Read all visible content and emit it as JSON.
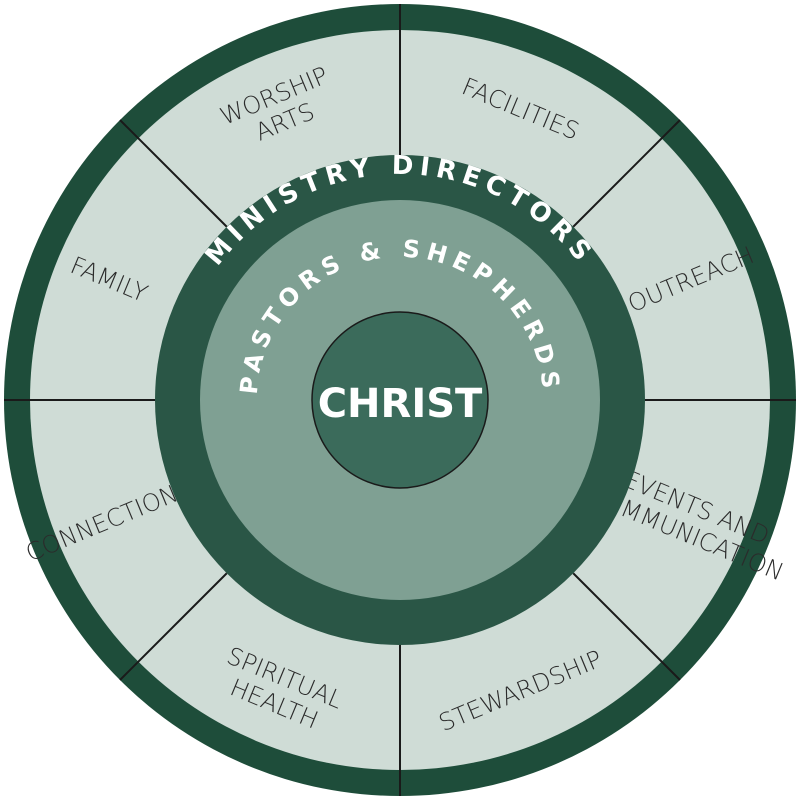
{
  "colors": {
    "outer_rim": "#1e4d3a",
    "segment_fill": "#cfdcd6",
    "segment_line": "#1a1a1a",
    "directors_ring": "#2a5646",
    "pastors_ring": "#7fa093",
    "christ_circle": "#3b6b5b",
    "text_dark": "#2b2b2b",
    "text_light": "#ffffff"
  },
  "ministries": [
    {
      "id": "facilities",
      "lines": [
        "FACILITIES"
      ]
    },
    {
      "id": "outreach",
      "lines": [
        "OUTREACH"
      ]
    },
    {
      "id": "events",
      "lines": [
        "EVENTS AND",
        "COMMUNICATION"
      ]
    },
    {
      "id": "stewardship",
      "lines": [
        "STEWARDSHIP"
      ]
    },
    {
      "id": "spiritual-health",
      "lines": [
        "SPIRITUAL",
        "HEALTH"
      ]
    },
    {
      "id": "connections",
      "lines": [
        "CONNECTIONS"
      ]
    },
    {
      "id": "family",
      "lines": [
        "FAMILY"
      ]
    },
    {
      "id": "worship-arts",
      "lines": [
        "WORSHIP",
        "ARTS"
      ]
    }
  ],
  "rings": {
    "directors": "MINISTRY DIRECTORS",
    "pastors": "PASTORS & SHEPHERDS",
    "center": "CHRIST"
  }
}
